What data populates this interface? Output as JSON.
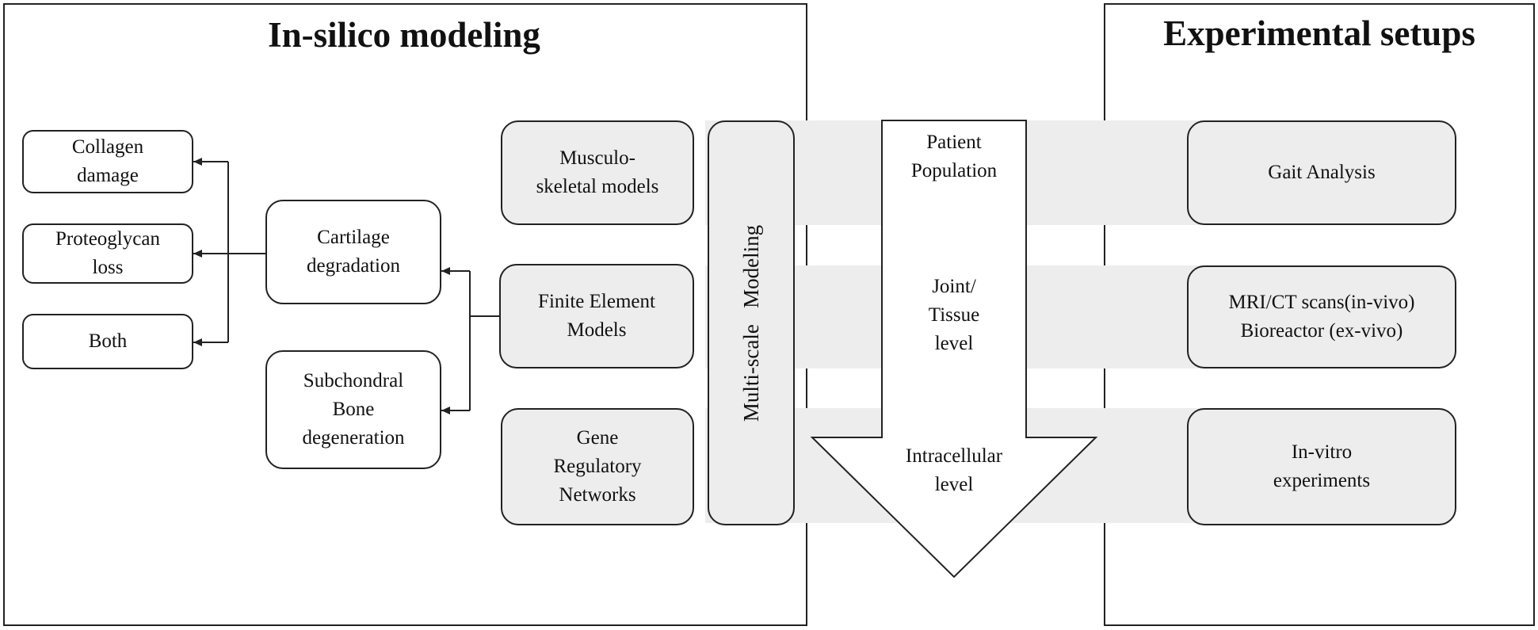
{
  "insilico": {
    "title": "In-silico modeling",
    "outcomes": [
      {
        "text": "Collagen\ndamage"
      },
      {
        "text": "Proteoglycan\nloss"
      },
      {
        "text": "Both"
      }
    ],
    "degradation": [
      {
        "text": "Cartilage\ndegradation"
      },
      {
        "text": "Subchondral\nBone\ndegeneration"
      }
    ],
    "models": [
      {
        "text": "Musculo-\nskeletal models"
      },
      {
        "text": "Finite Element\nModels"
      },
      {
        "text": "Gene\nRegulatory\nNetworks"
      }
    ],
    "multiscale_label": "Multi-scale   Modeling"
  },
  "scale_arrow": {
    "levels": [
      {
        "text": "Patient\nPopulation"
      },
      {
        "text": "Joint/\nTissue\nlevel"
      },
      {
        "text": "Intracellular\nlevel"
      }
    ]
  },
  "experimental": {
    "title": "Experimental setups",
    "setups": [
      {
        "text": "Gait Analysis"
      },
      {
        "text": "MRI/CT scans(in-vivo)\nBioreactor (ex-vivo)"
      },
      {
        "text": "In-vitro\nexperiments"
      }
    ]
  },
  "colors": {
    "band": "#ededed",
    "stroke": "#222222",
    "background": "#ffffff"
  }
}
